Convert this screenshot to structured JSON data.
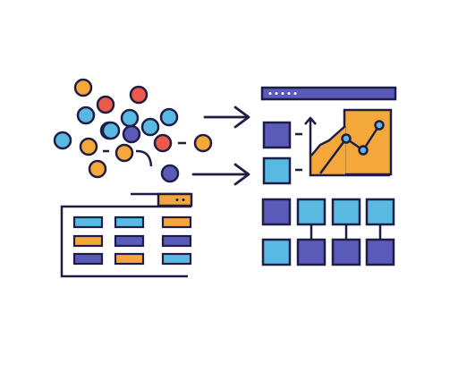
{
  "colors": {
    "outline": "#1f1d45",
    "navy": "#1e1b4b",
    "purple": "#5a5ab8",
    "sky": "#5ab9e3",
    "orange": "#f5a83a",
    "red": "#ee5a4a",
    "white": "#ffffff"
  },
  "icons": {
    "scatter": "scattered-data-points-icon",
    "arrows": "right-arrow-icon",
    "table": "data-table-icon",
    "dashboard": "dashboard-window-icon",
    "chart": "line-area-chart-icon",
    "tiles": "tile-grid-icon"
  },
  "dots": [
    {
      "color": "orange",
      "name": "data-point-orange"
    },
    {
      "color": "red",
      "name": "data-point-red"
    },
    {
      "color": "red",
      "name": "data-point-red"
    },
    {
      "color": "sky",
      "name": "data-point-sky"
    },
    {
      "color": "purple",
      "name": "data-point-purple"
    },
    {
      "color": "orange",
      "name": "data-point-orange"
    },
    {
      "color": "sky",
      "name": "data-point-sky"
    },
    {
      "color": "sky",
      "name": "data-point-sky"
    },
    {
      "color": "sky",
      "name": "data-point-sky"
    },
    {
      "color": "sky",
      "name": "data-point-sky"
    },
    {
      "color": "purple",
      "name": "data-point-purple"
    },
    {
      "color": "red",
      "name": "data-point-red"
    },
    {
      "color": "orange",
      "name": "data-point-orange"
    },
    {
      "color": "orange",
      "name": "data-point-orange"
    },
    {
      "color": "orange",
      "name": "data-point-orange"
    },
    {
      "color": "sky",
      "name": "data-point-sky"
    },
    {
      "color": "purple",
      "name": "data-point-purple"
    }
  ],
  "table_cells": [
    [
      "sky",
      "sky",
      "orange"
    ],
    [
      "orange",
      "purple",
      "purple"
    ],
    [
      "purple",
      "orange",
      "sky"
    ]
  ],
  "tile_rows": [
    [
      "purple",
      "sky",
      "sky",
      "sky"
    ],
    [
      "sky",
      "purple",
      "purple",
      "purple"
    ]
  ]
}
